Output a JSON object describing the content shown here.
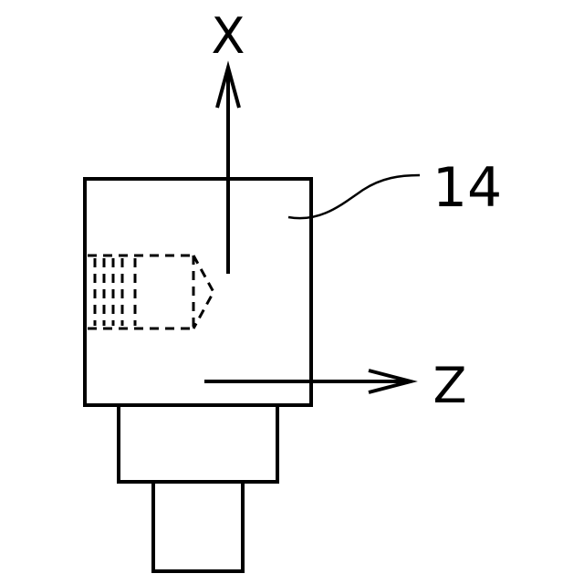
{
  "axes": {
    "x_label": "X",
    "z_label": "Z"
  },
  "reference": {
    "label": "14"
  },
  "colors": {
    "line": "#000000",
    "background": "#ffffff"
  }
}
